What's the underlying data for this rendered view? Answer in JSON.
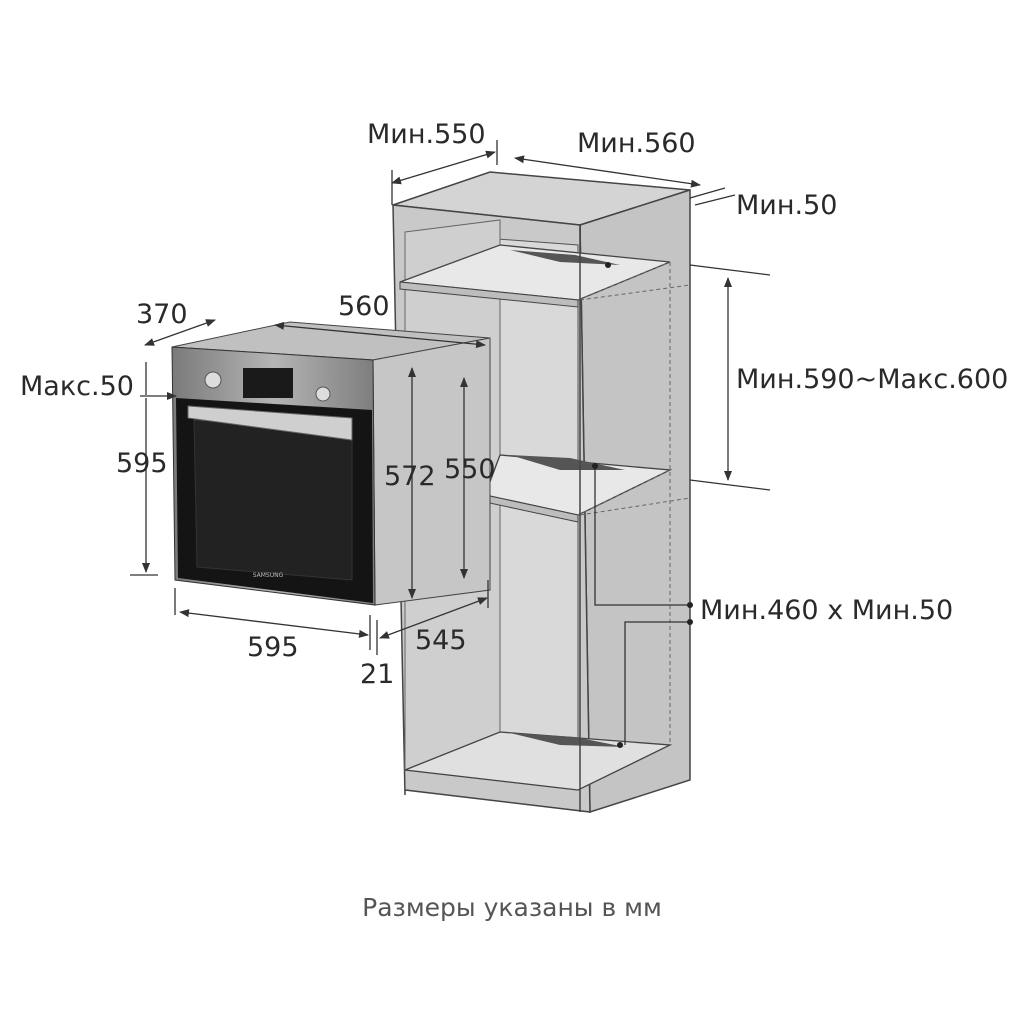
{
  "dimensions": {
    "cabinet_depth_min": "Мин.550",
    "cabinet_width_min": "Мин.560",
    "rear_gap_min": "Мин.50",
    "niche_height": "Мин.590~Макс.600",
    "vent_opening": "Мин.460 x Мин.50",
    "oven_depth": "370",
    "oven_width_top": "560",
    "panel_gap_max": "Макс.50",
    "oven_height": "595",
    "body_height_572": "572",
    "body_height_550": "550",
    "oven_width": "595",
    "body_depth": "545",
    "door_thickness": "21"
  },
  "caption": "Размеры указаны в мм",
  "logo": "SAMSUNG",
  "colors": {
    "cabinet_fill": "#c9c9c9",
    "cabinet_inner": "#dcdcdc",
    "oven_steel": "#8e8e8e",
    "oven_glass": "#141414",
    "line": "#333333"
  }
}
